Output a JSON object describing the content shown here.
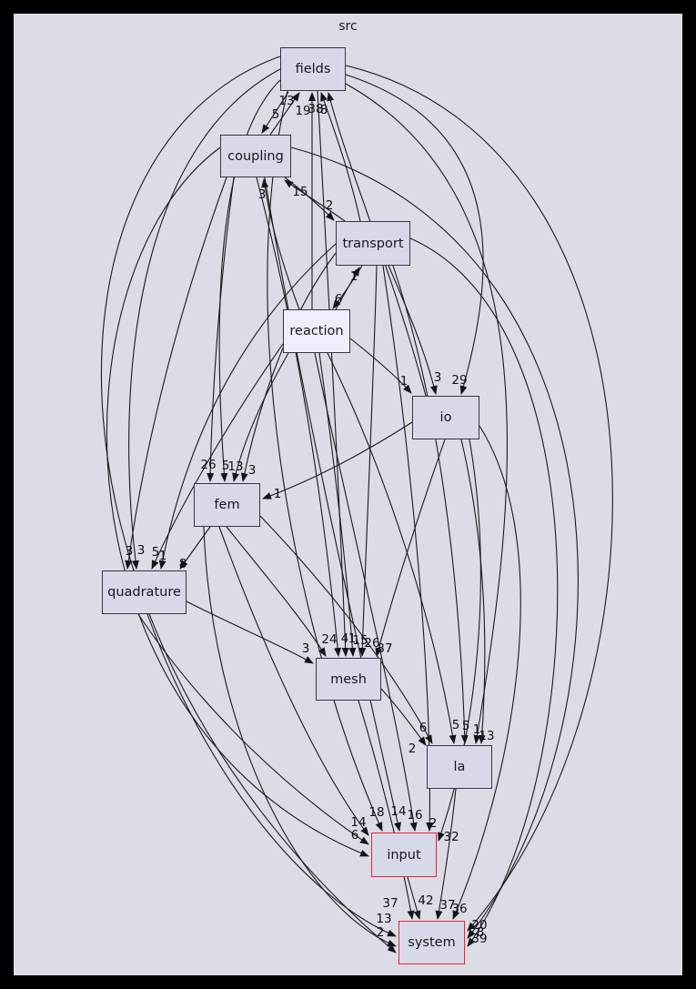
{
  "graph": {
    "title": "src",
    "background_color": "#dcdce7",
    "node_fill": "#d8d9e8",
    "node_border": "#34344d",
    "highlight_node_fill": "#eeeffc",
    "alert_border": "#f0222a",
    "edge_color": "#1a1a1a"
  },
  "nodes": {
    "fields": {
      "label": "fields"
    },
    "coupling": {
      "label": "coupling"
    },
    "transport": {
      "label": "transport"
    },
    "reaction": {
      "label": "reaction"
    },
    "io": {
      "label": "io"
    },
    "fem": {
      "label": "fem"
    },
    "quadrature": {
      "label": "quadrature"
    },
    "mesh": {
      "label": "mesh"
    },
    "la": {
      "label": "la"
    },
    "input": {
      "label": "input"
    },
    "system": {
      "label": "system"
    }
  },
  "edge_labels": [
    {
      "text": "13"
    },
    {
      "text": "5"
    },
    {
      "text": "19"
    },
    {
      "text": "38"
    },
    {
      "text": "8"
    },
    {
      "text": "3"
    },
    {
      "text": "15"
    },
    {
      "text": "2"
    },
    {
      "text": "1"
    },
    {
      "text": "6"
    },
    {
      "text": "1"
    },
    {
      "text": "3"
    },
    {
      "text": "29"
    },
    {
      "text": "26"
    },
    {
      "text": "5"
    },
    {
      "text": "13"
    },
    {
      "text": "3"
    },
    {
      "text": "1"
    },
    {
      "text": "3"
    },
    {
      "text": "3"
    },
    {
      "text": "5"
    },
    {
      "text": "1"
    },
    {
      "text": "8"
    },
    {
      "text": "3"
    },
    {
      "text": "24"
    },
    {
      "text": "4"
    },
    {
      "text": "1"
    },
    {
      "text": "15"
    },
    {
      "text": "26"
    },
    {
      "text": "37"
    },
    {
      "text": "6"
    },
    {
      "text": "2"
    },
    {
      "text": "5"
    },
    {
      "text": "5"
    },
    {
      "text": "1"
    },
    {
      "text": "13"
    },
    {
      "text": "14"
    },
    {
      "text": "6"
    },
    {
      "text": "18"
    },
    {
      "text": "14"
    },
    {
      "text": "16"
    },
    {
      "text": "2"
    },
    {
      "text": "32"
    },
    {
      "text": "37"
    },
    {
      "text": "42"
    },
    {
      "text": "37"
    },
    {
      "text": "36"
    },
    {
      "text": "13"
    },
    {
      "text": "2"
    },
    {
      "text": "20"
    },
    {
      "text": "8"
    },
    {
      "text": "39"
    }
  ]
}
